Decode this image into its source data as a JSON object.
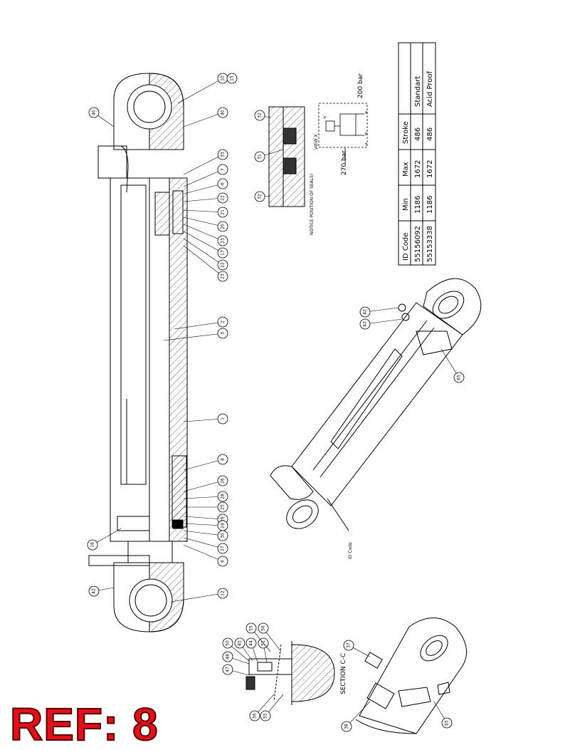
{
  "reference_label": "REF: 8",
  "balloons": {
    "main": [
      "10",
      "15",
      "40",
      "40",
      "33",
      "7",
      "6",
      "22",
      "21",
      "20",
      "23",
      "17",
      "22",
      "23",
      "2",
      "3",
      "1",
      "8",
      "26",
      "28",
      "25",
      "29",
      "24",
      "30",
      "27",
      "6",
      "12",
      "18",
      "42"
    ],
    "detail": [
      "32",
      "31",
      "32"
    ],
    "iso_top": [
      "42",
      "43",
      "65"
    ],
    "iso_bottom": [
      "37",
      "38",
      "65"
    ],
    "section": [
      "47",
      "48",
      "50",
      "45",
      "44",
      "51",
      "55",
      "56",
      "56",
      "55"
    ]
  },
  "notes": {
    "view_x": "VIEW X",
    "notice": "NOTICE POSITION OF SEALS!",
    "pressure_high": "270 bar",
    "pressure_low": "200 bar",
    "port_a": "A",
    "port_b": "B",
    "port_t": "T",
    "port_p": "P",
    "id_code_callout": "ID Code",
    "section_label": "SECTION C-C"
  },
  "spec_table": {
    "headers": [
      "ID Code",
      "Min",
      "Max",
      "Stroke",
      ""
    ],
    "rows": [
      [
        "55156092",
        "1186",
        "1672",
        "486",
        "Standart"
      ],
      [
        "55153338",
        "1186",
        "1672",
        "486",
        "Acid Proof"
      ]
    ]
  },
  "colors": {
    "line": "#000000",
    "ref_red": "#e3101b",
    "ref_outline": "#5a0000"
  }
}
